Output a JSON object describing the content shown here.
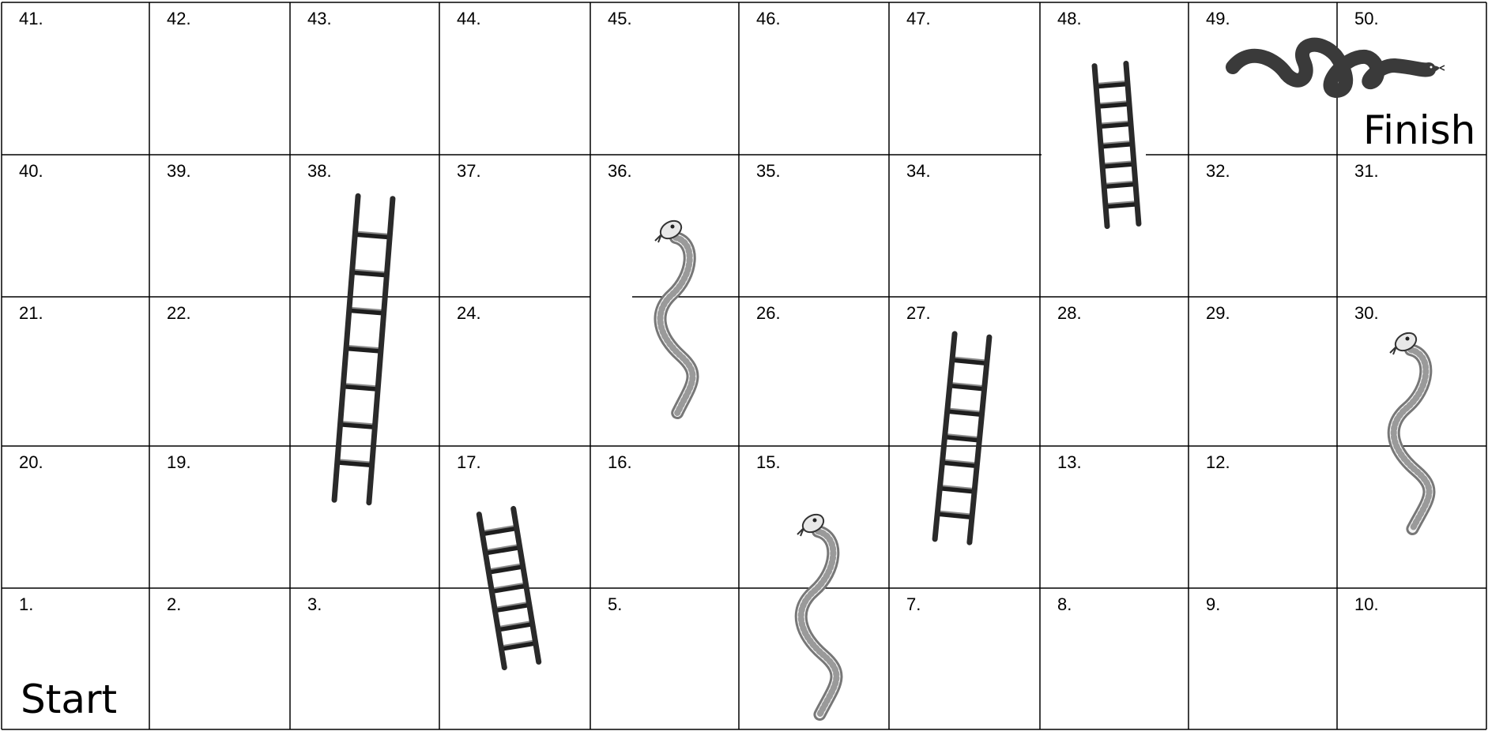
{
  "board": {
    "start_label": "Start",
    "finish_label": "Finish",
    "rows": [
      [
        "41.",
        "42.",
        "43.",
        "44.",
        "45.",
        "46.",
        "47.",
        "48.",
        "49.",
        "50."
      ],
      [
        "40.",
        "39.",
        "38.",
        "37.",
        "36.",
        "35.",
        "34.",
        "",
        "32.",
        "31."
      ],
      [
        "21.",
        "22.",
        "",
        "24.",
        "",
        "26.",
        "27.",
        "28.",
        "29.",
        "30."
      ],
      [
        "20.",
        "19.",
        "",
        "17.",
        "16.",
        "15.",
        "",
        "13.",
        "12.",
        ""
      ],
      [
        "1.",
        "2.",
        "3.",
        "",
        "5.",
        "",
        "7.",
        "8.",
        "9.",
        "10."
      ]
    ]
  },
  "ladders": [
    {
      "name": "ladder-38"
    },
    {
      "name": "ladder-48"
    },
    {
      "name": "ladder-27"
    },
    {
      "name": "ladder-4"
    }
  ],
  "snakes": [
    {
      "name": "snake-36",
      "style": "sketch"
    },
    {
      "name": "snake-30",
      "style": "sketch"
    },
    {
      "name": "snake-15",
      "style": "sketch"
    },
    {
      "name": "snake-49",
      "style": "solid"
    }
  ],
  "colors": {
    "grid": "#000000",
    "ladder": "#2a2a2a",
    "sketch_snake": "#777777",
    "solid_snake": "#3a3a3a"
  }
}
